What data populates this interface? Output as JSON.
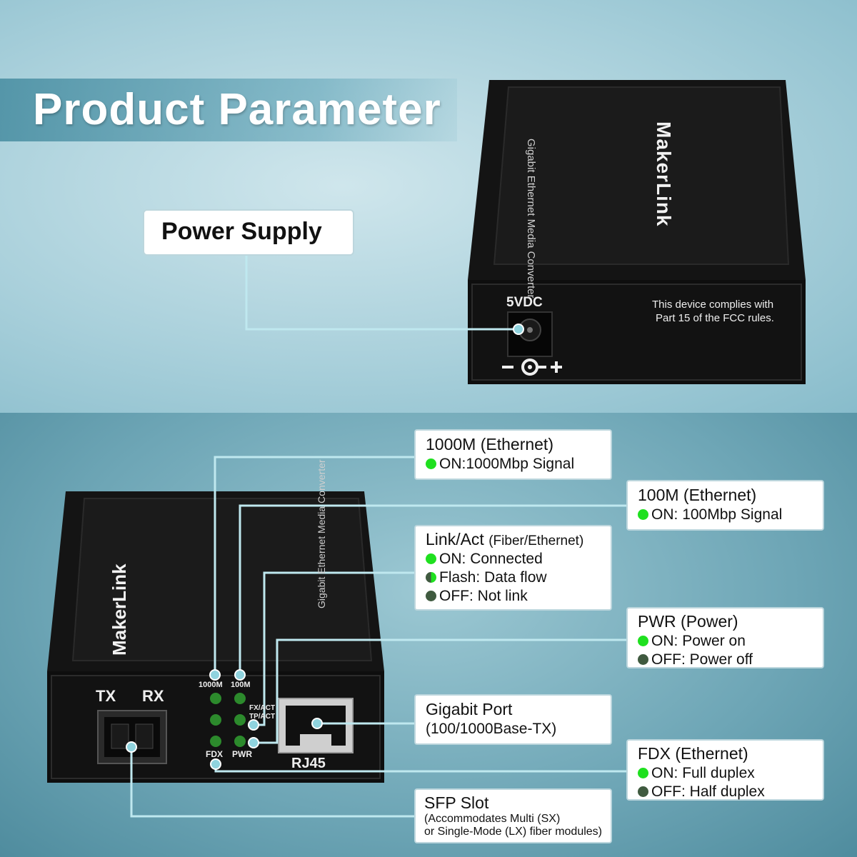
{
  "title": "Product Parameter",
  "power_supply": {
    "label": "Power Supply"
  },
  "device_top": {
    "brand": "MakerLink",
    "model": "Gigabit Ethernet Media Converter",
    "dc_label": "5VDC",
    "fcc_line1": "This device complies with",
    "fcc_line2": "Part 15 of the FCC rules."
  },
  "device_front": {
    "brand": "MakerLink",
    "model": "Gigabit Ethernet Media Converter",
    "tx": "TX",
    "rx": "RX",
    "led_1000m": "1000M",
    "led_100m": "100M",
    "fx_act": "FX/ACT",
    "tp_act": "TP/ACT",
    "fdx": "FDX",
    "pwr": "PWR",
    "rj45": "RJ45"
  },
  "callouts": {
    "m1000": {
      "title": "1000M (Ethernet)",
      "on_key": "ON:",
      "on_text": "1000Mbp Signal"
    },
    "m100": {
      "title": "100M (Ethernet)",
      "on_key": "ON:",
      "on_text": "100Mbp Signal"
    },
    "link": {
      "title": "Link/Act",
      "title_sub": "(Fiber/Ethernet)",
      "on_key": "ON:",
      "on_text": "Connected",
      "flash_key": "Flash:",
      "flash_text": "Data flow",
      "off_key": "OFF:",
      "off_text": "Not link"
    },
    "pwr": {
      "title": "PWR (Power)",
      "on_key": "ON:",
      "on_text": "Power on",
      "off_key": "OFF:",
      "off_text": "Power off"
    },
    "gigabit": {
      "title": "Gigabit Port",
      "sub": "(100/1000Base-TX)"
    },
    "fdx": {
      "title": "FDX (Ethernet)",
      "on_key": "ON:",
      "on_text": "Full duplex",
      "off_key": "OFF:",
      "off_text": "Half duplex"
    },
    "sfp": {
      "title": "SFP Slot",
      "line1": "(Accommodates Multi (SX)",
      "line2": "or Single-Mode (LX) fiber modules)"
    }
  },
  "colors": {
    "led_on": "#1fe01f",
    "led_off": "#3f5a3f",
    "leader": "#bfe8ef",
    "device": "#141414"
  }
}
